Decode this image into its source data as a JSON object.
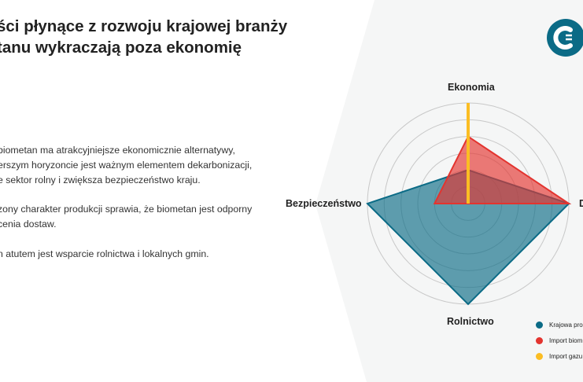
{
  "title": {
    "line1": "ści płynące z rozwoju krajowej branży",
    "line2": "tanu wykraczają poza ekonomię"
  },
  "paragraphs": [
    [
      "biometan ma  atrakcyjniejsze ekonomicznie alternatywy,",
      "erszym horyzoncie jest ważnym elementem dekarbonizacji,",
      "e sektor rolny i zwiększa bezpieczeństwo kraju."
    ],
    [
      "zony charakter produkcji sprawia, że biometan jest odporny",
      "cenia dostaw."
    ],
    [
      "n atutem jest wsparcie rolnictwa i lokalnych gmin."
    ]
  ],
  "logo": {
    "icon": "brand-logo-icon",
    "color": "#0b6b86"
  },
  "chart_data": {
    "type": "radar",
    "axes": [
      "Ekonomia",
      "D",
      "Rolnictwo",
      "Bezpieczeństwo"
    ],
    "range": [
      0,
      6
    ],
    "rings": 6,
    "grid": true,
    "legend_placement": "bottom-right",
    "series": [
      {
        "name": "Krajowa pro",
        "color": "#0b6b86",
        "values": [
          2,
          6,
          6,
          6
        ]
      },
      {
        "name": "Import biom",
        "color": "#e3342f",
        "values": [
          4,
          6,
          0,
          2
        ]
      },
      {
        "name": "Import gazu",
        "color": "#fbbd23",
        "values": [
          6,
          0,
          0,
          0
        ]
      }
    ]
  }
}
